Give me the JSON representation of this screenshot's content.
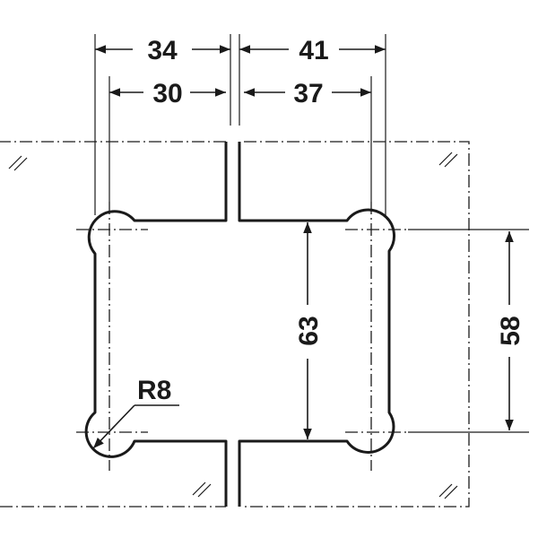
{
  "dimensions": {
    "top_left_outer": "34",
    "top_left_inner": "30",
    "top_right_outer": "41",
    "top_right_inner": "37",
    "vertical_inner": "63",
    "vertical_outer": "58",
    "radius": "R8"
  },
  "colors": {
    "line": "#1a1a1a",
    "background": "#ffffff"
  }
}
